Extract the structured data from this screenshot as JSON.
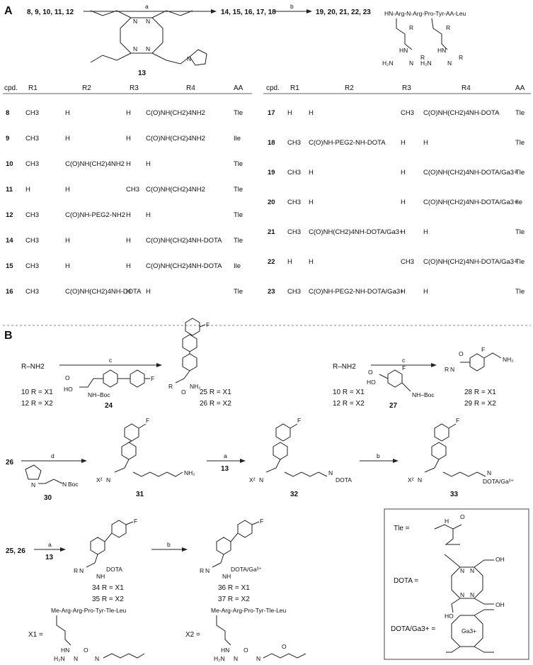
{
  "panelA": {
    "label": "A",
    "step1_from": "8, 9, 10, 11, 12",
    "step1_reagent": "a",
    "step1_to": "14, 15, 16, 17, 18",
    "step2_reagent": "b",
    "step2_to": "19, 20, 21, 22, 23",
    "reagent_compound": "13",
    "peptide": "HN-Arg-N-Arg-Pro-Tyr-AA-Leu",
    "headers": [
      "cpd.",
      "R1",
      "R2",
      "R3",
      "R4",
      "AA"
    ],
    "left_rows": [
      {
        "cpd": "8",
        "r1": "CH3",
        "r2": "H",
        "r3": "H",
        "r4": "C(O)NH(CH2)4NH2",
        "aa": "Tle"
      },
      {
        "cpd": "9",
        "r1": "CH3",
        "r2": "H",
        "r3": "H",
        "r4": "C(O)NH(CH2)4NH2",
        "aa": "Ile"
      },
      {
        "cpd": "10",
        "r1": "CH3",
        "r2": "C(O)NH(CH2)4NH2",
        "r3": "H",
        "r4": "H",
        "aa": "Tle"
      },
      {
        "cpd": "11",
        "r1": "H",
        "r2": "H",
        "r3": "CH3",
        "r4": "C(O)NH(CH2)4NH2",
        "aa": "Tle"
      },
      {
        "cpd": "12",
        "r1": "CH3",
        "r2": "C(O)NH-PEG2-NH2",
        "r3": "H",
        "r4": "H",
        "aa": "Tle"
      },
      {
        "cpd": "14",
        "r1": "CH3",
        "r2": "H",
        "r3": "H",
        "r4": "C(O)NH(CH2)4NH-DOTA",
        "aa": "Tle"
      },
      {
        "cpd": "15",
        "r1": "CH3",
        "r2": "H",
        "r3": "H",
        "r4": "C(O)NH(CH2)4NH-DOTA",
        "aa": "Ile"
      },
      {
        "cpd": "16",
        "r1": "CH3",
        "r2": "C(O)NH(CH2)4NH-DOTA",
        "r3": "H",
        "r4": "H",
        "aa": "Tle"
      }
    ],
    "right_rows": [
      {
        "cpd": "17",
        "r1": "H",
        "r2": "H",
        "r3": "CH3",
        "r4": "C(O)NH(CH2)4NH-DOTA",
        "aa": "Tle"
      },
      {
        "cpd": "18",
        "r1": "CH3",
        "r2": "C(O)NH-PEG2-NH-DOTA",
        "r3": "H",
        "r4": "H",
        "aa": "Tle"
      },
      {
        "cpd": "19",
        "r1": "CH3",
        "r2": "H",
        "r3": "H",
        "r4": "C(O)NH(CH2)4NH-DOTA/Ga3+",
        "aa": "Tle"
      },
      {
        "cpd": "20",
        "r1": "CH3",
        "r2": "H",
        "r3": "H",
        "r4": "C(O)NH(CH2)4NH-DOTA/Ga3+",
        "aa": "Ile"
      },
      {
        "cpd": "21",
        "r1": "CH3",
        "r2": "C(O)NH(CH2)4NH-DOTA/Ga3+",
        "r3": "H",
        "r4": "H",
        "aa": "Tle"
      },
      {
        "cpd": "22",
        "r1": "H",
        "r2": "H",
        "r3": "CH3",
        "r4": "C(O)NH(CH2)4NH-DOTA/Ga3+",
        "aa": "Tle"
      },
      {
        "cpd": "23",
        "r1": "CH3",
        "r2": "C(O)NH-PEG2-NH-DOTA/Ga3+",
        "r3": "H",
        "r4": "H",
        "aa": "Tle"
      }
    ]
  },
  "panelB": {
    "label": "B",
    "rxn1": {
      "start": "R–NH2",
      "reagent": "c",
      "reagent_cpd": "24",
      "in_labels": [
        "10  R = X1",
        "12  R = X2"
      ],
      "out_labels": [
        "25  R = X1",
        "26  R = X2"
      ]
    },
    "rxn2": {
      "start": "R–NH2",
      "reagent": "c",
      "reagent_cpd": "27",
      "in_labels": [
        "10  R = X1",
        "12  R = X2"
      ],
      "out_labels": [
        "28  R = X1",
        "29  R = X2"
      ]
    },
    "rxn3": {
      "start": "26",
      "reagent": "d",
      "reagent_cpd": "30",
      "product": "31"
    },
    "rxn4": {
      "reagent": "a",
      "reagent_cpd": "13",
      "product": "32"
    },
    "rxn5": {
      "reagent": "b",
      "product": "33"
    },
    "rxn6": {
      "start": "25, 26",
      "reagent": "a",
      "reagent_cpd": "13",
      "out_labels": [
        "34  R = X1",
        "35  R = X2"
      ]
    },
    "rxn7": {
      "reagent": "b",
      "out_labels": [
        "36  R = X1",
        "37  R = X2"
      ]
    },
    "x1": {
      "label": "X1 =",
      "peptide": "Me-Arg-Arg-Pro-Tyr-Tle-Leu"
    },
    "x2": {
      "label": "X2 =",
      "peptide": "Me-Arg-Arg-Pro-Tyr-Tle-Leu"
    },
    "legend": {
      "tle": "Tle =",
      "dota": "DOTA =",
      "dota_ga": "DOTA/Ga3+ =",
      "ga": "Ga3+"
    }
  }
}
